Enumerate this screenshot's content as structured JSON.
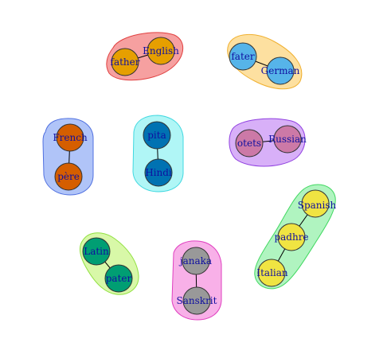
{
  "diagram": {
    "groups": [
      {
        "id": "english",
        "hull_fill": "#f6a0a0",
        "hull_stroke": "#e04040",
        "node_color": "#e69f00",
        "nodes": [
          {
            "label": "father"
          },
          {
            "label": "English"
          }
        ]
      },
      {
        "id": "german",
        "hull_fill": "#fde0a0",
        "hull_stroke": "#f0b030",
        "node_color": "#56b4e9",
        "nodes": [
          {
            "label": "fater"
          },
          {
            "label": "German"
          }
        ]
      },
      {
        "id": "french",
        "hull_fill": "#b0c4f8",
        "hull_stroke": "#5070e0",
        "node_color": "#d55e00",
        "nodes": [
          {
            "label": "French"
          },
          {
            "label": "père"
          }
        ]
      },
      {
        "id": "hindi",
        "hull_fill": "#b0f6f6",
        "hull_stroke": "#40d8e0",
        "node_color": "#0072b2",
        "nodes": [
          {
            "label": "pita"
          },
          {
            "label": "Hindi"
          }
        ]
      },
      {
        "id": "russian",
        "hull_fill": "#d8b0f8",
        "hull_stroke": "#9040e0",
        "node_color": "#cc79a7",
        "nodes": [
          {
            "label": "otets"
          },
          {
            "label": "Russian"
          }
        ]
      },
      {
        "id": "spanish",
        "hull_fill": "#b0f4c0",
        "hull_stroke": "#40d860",
        "node_color": "#f0e442",
        "nodes": [
          {
            "label": "Spanish"
          },
          {
            "label": "padhre"
          },
          {
            "label": "Italian"
          }
        ]
      },
      {
        "id": "latin",
        "hull_fill": "#d8f8a8",
        "hull_stroke": "#90e040",
        "node_color": "#009e73",
        "nodes": [
          {
            "label": "Latin"
          },
          {
            "label": "pater"
          }
        ]
      },
      {
        "id": "sanskrit",
        "hull_fill": "#f8b0e8",
        "hull_stroke": "#e040c0",
        "node_color": "#999999",
        "nodes": [
          {
            "label": "janaka"
          },
          {
            "label": "Sanskrit"
          }
        ]
      }
    ]
  }
}
